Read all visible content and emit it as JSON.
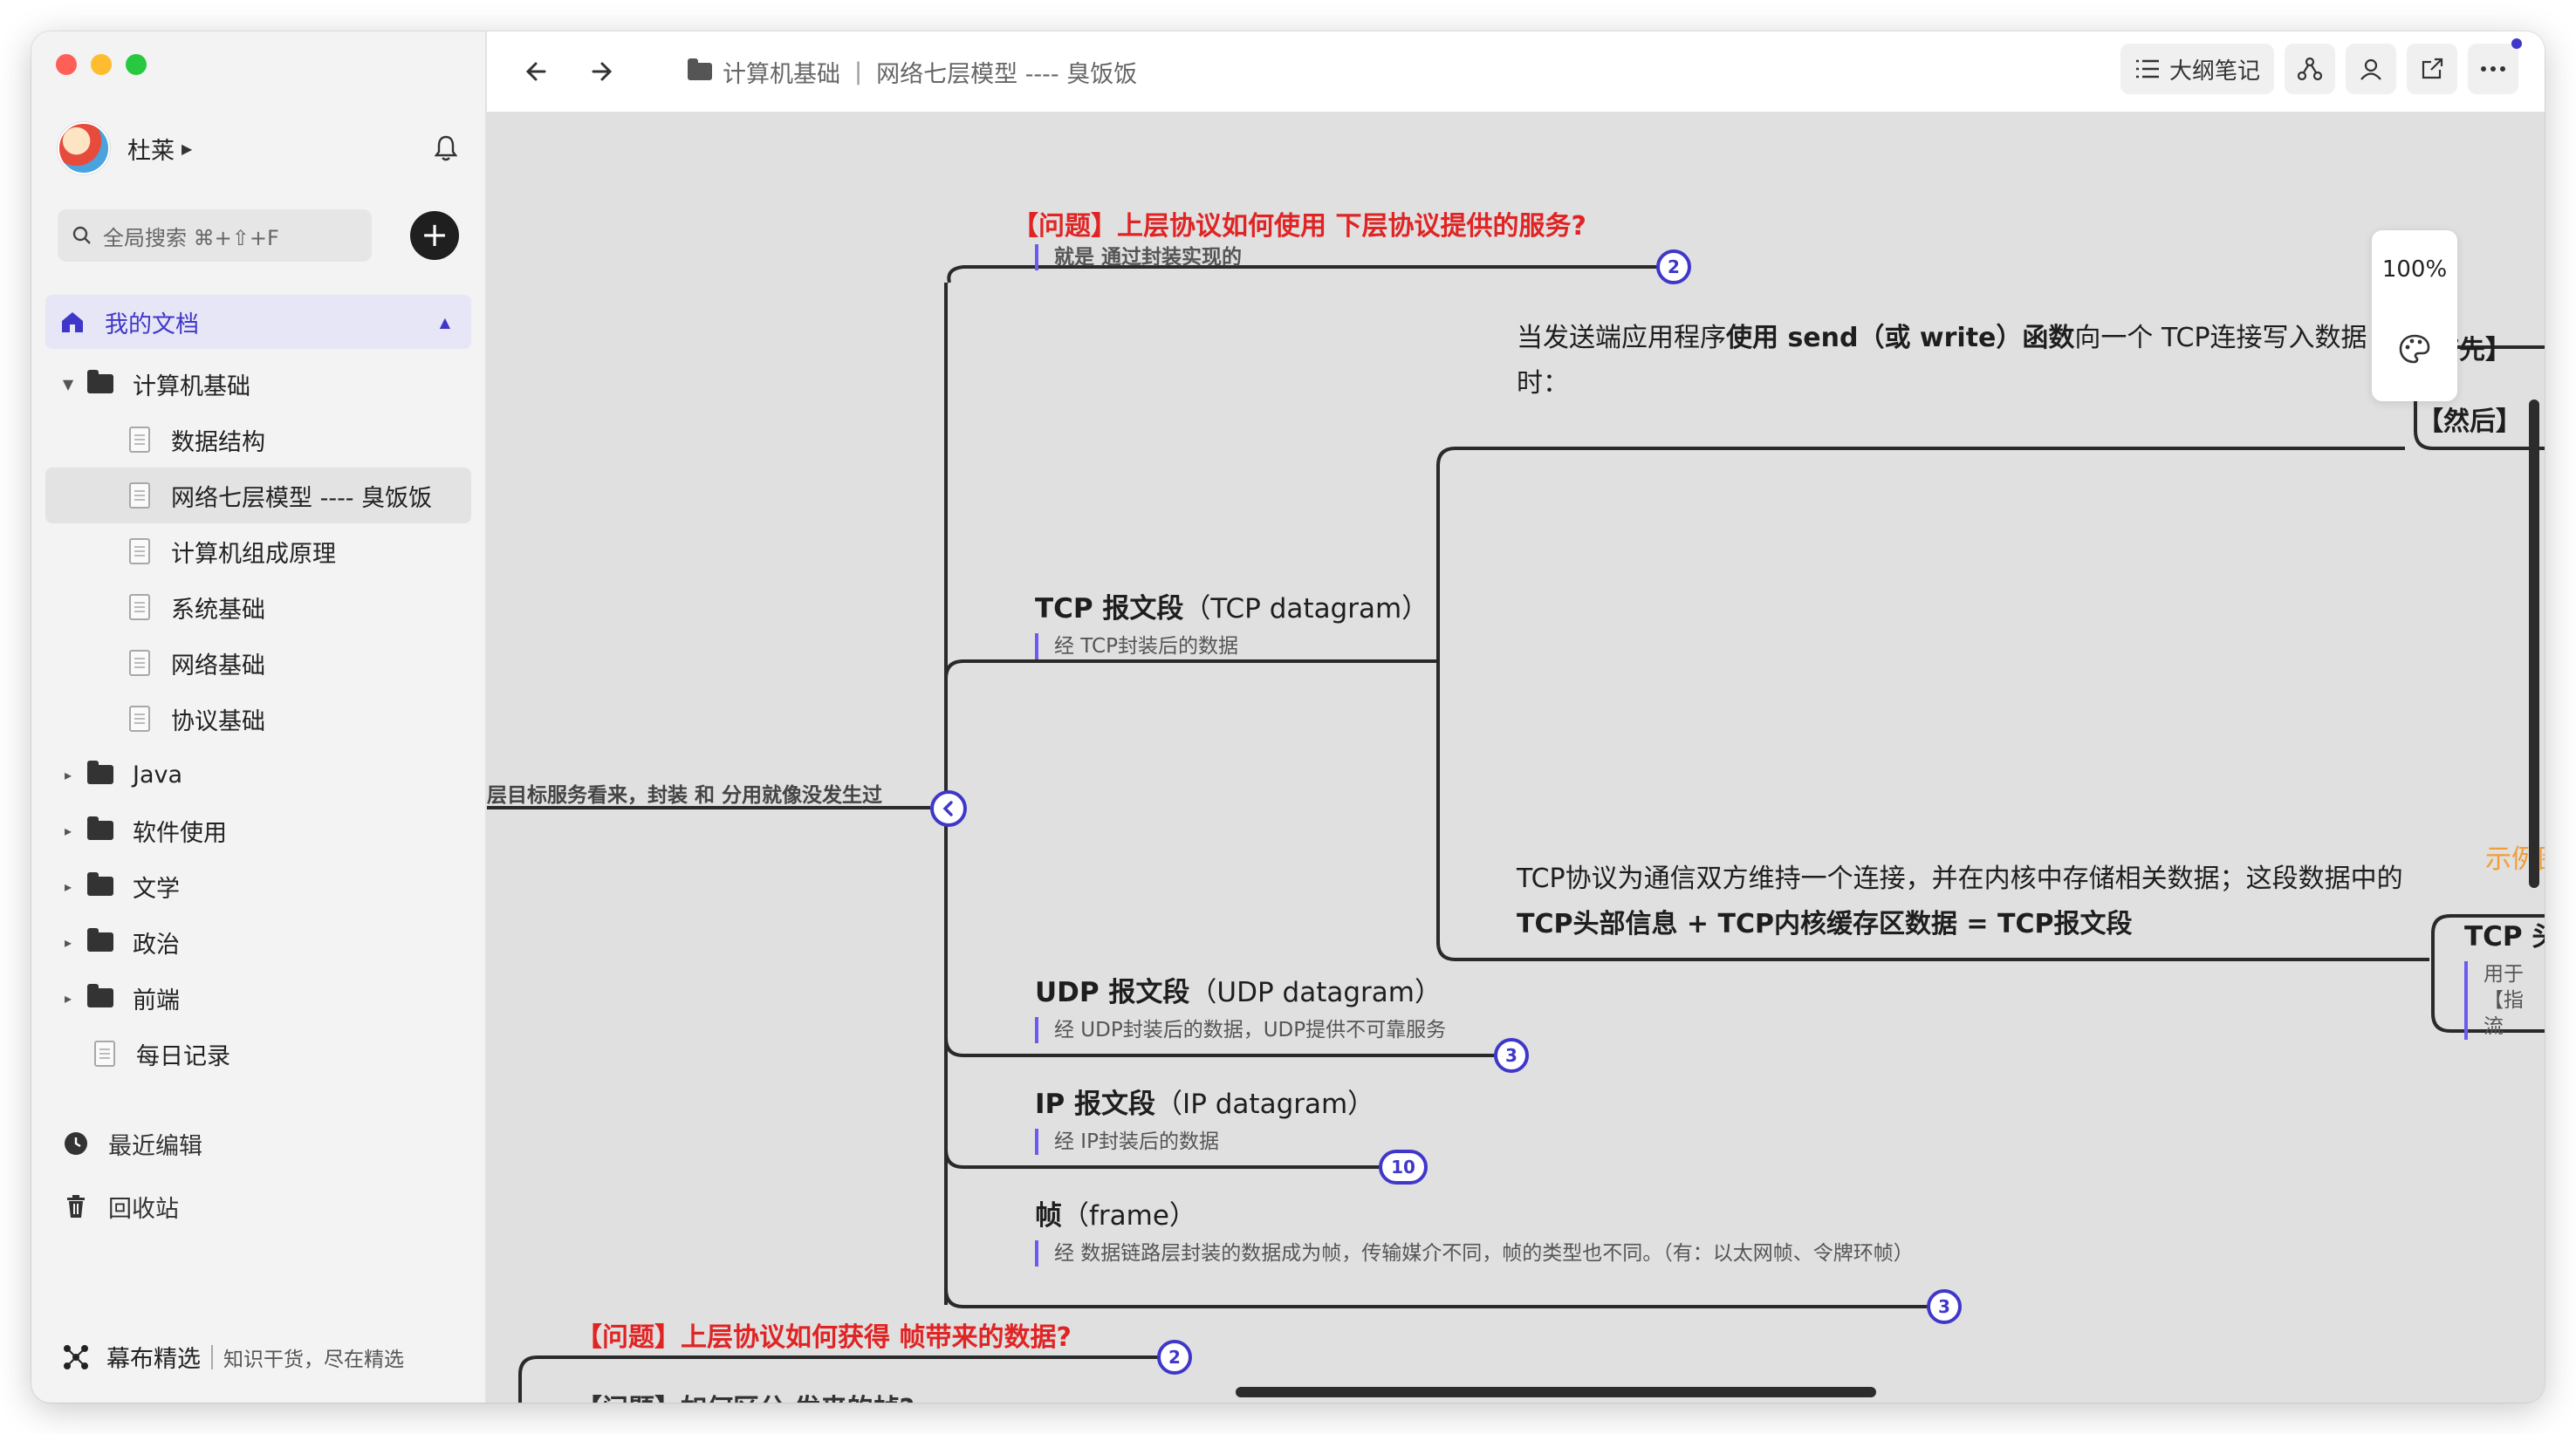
{
  "sidebar": {
    "user_name": "杜莱",
    "search_placeholder": "全局搜索 ⌘+⇧+F",
    "add_label": "+",
    "root_label": "我的文档",
    "tree": [
      {
        "label": "计算机基础",
        "type": "folder",
        "level": 0,
        "expanded": true
      },
      {
        "label": "数据结构",
        "type": "doc",
        "level": 1
      },
      {
        "label": "网络七层模型 ---- 臭饭饭",
        "type": "doc",
        "level": 1,
        "active": true
      },
      {
        "label": "计算机组成原理",
        "type": "doc",
        "level": 1
      },
      {
        "label": "系统基础",
        "type": "doc",
        "level": 1
      },
      {
        "label": "网络基础",
        "type": "doc",
        "level": 1
      },
      {
        "label": "协议基础",
        "type": "doc",
        "level": 1
      },
      {
        "label": "Java",
        "type": "folder",
        "level": 0
      },
      {
        "label": "软件使用",
        "type": "folder",
        "level": 0
      },
      {
        "label": "文学",
        "type": "folder",
        "level": 0
      },
      {
        "label": "政治",
        "type": "folder",
        "level": 0
      },
      {
        "label": "前端",
        "type": "folder",
        "level": 0
      },
      {
        "label": "每日记录",
        "type": "doc",
        "level": 0
      }
    ],
    "recent_label": "最近编辑",
    "trash_label": "回收站",
    "brand_name": "幕布精选",
    "brand_slogan": "知识干货，尽在精选"
  },
  "toolbar": {
    "breadcrumb_folder": "计算机基础",
    "breadcrumb_sep": "|",
    "breadcrumb_doc": "网络七层模型 ---- 臭饭饭",
    "outline_label": "大纲笔记"
  },
  "mindmap": {
    "q1_title": "【问题】上层协议如何使用 下层协议提供的服务?",
    "q1_sub": "就是 通过封装实现的",
    "q1_badge": "2",
    "left_text": "层目标服务看来，封装 和 分用就像没发生过",
    "tcp_title_bold": "TCP 报文段",
    "tcp_title_rest": "（TCP datagram）",
    "tcp_sub": "经 TCP封装后的数据",
    "tcp_para1_a": "当发送端应用程序",
    "tcp_para1_b": "使用 send（或 write）函数",
    "tcp_para1_c": "向一个 TCP连接写入数据时：",
    "right_first": "【首先】",
    "right_then": "【然后】",
    "example_label": "示例图",
    "tcp_para2_a": "TCP协议为通信双方维持一个连接，并在内核中存储相关数据；这段数据中的",
    "tcp_para2_b": "TCP头部信息 + TCP内核缓存区数据 = TCP报文段",
    "tcp_head_title": "TCP 头",
    "tcp_head_sub": "用于【指流",
    "udp_title_bold": "UDP 报文段",
    "udp_title_rest": "（UDP datagram）",
    "udp_sub": "经 UDP封装后的数据，UDP提供不可靠服务",
    "udp_badge": "3",
    "ip_title_bold": "IP 报文段",
    "ip_title_rest": "（IP datagram）",
    "ip_sub": "经 IP封装后的数据",
    "ip_badge": "10",
    "frame_title_bold": "帧",
    "frame_title_rest": "（frame）",
    "frame_sub": "经 数据链路层封装的数据成为帧，传输媒介不同，帧的类型也不同。（有：以太网帧、令牌环帧）",
    "frame_badge": "3",
    "q2_title": "【问题】上层协议如何获得 帧带来的数据?",
    "q2_badge": "2",
    "q3_partial": "【问题】如何区分 发来的帧?"
  },
  "zoom": {
    "level": "100%"
  },
  "colors": {
    "accent": "#3f37c9",
    "question": "#e02424",
    "example": "#f29d38",
    "sub_bar": "#6a5cf0"
  }
}
